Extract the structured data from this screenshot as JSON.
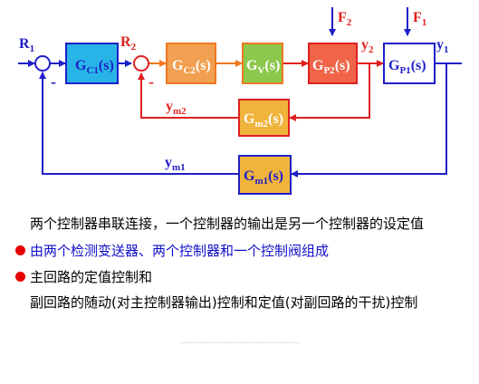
{
  "signals": {
    "R1": "R",
    "R1_sub": "1",
    "R2": "R",
    "R2_sub": "2",
    "F2": "F",
    "F2_sub": "2",
    "F1": "F",
    "F1_sub": "1",
    "y2": "y",
    "y2_sub": "2",
    "y1": "y",
    "y1_sub": "1",
    "ym2": "y",
    "ym2_sub": "m2",
    "ym1": "y",
    "ym1_sub": "m1",
    "minus": "-"
  },
  "blocks": {
    "gc1": {
      "main": "G",
      "sub": "C1",
      "arg": "(s)"
    },
    "gc2": {
      "main": "G",
      "sub": "C2",
      "arg": "(s)"
    },
    "gv": {
      "main": "G",
      "sub": "V",
      "arg": "(s)"
    },
    "gp2": {
      "main": "G",
      "sub": "P2",
      "arg": "(s)"
    },
    "gp1": {
      "main": "G",
      "sub": "P1",
      "arg": "(s)"
    },
    "gm2": {
      "main": "G",
      "sub": "m2",
      "arg": "(s)"
    },
    "gm1": {
      "main": "G",
      "sub": "m1",
      "arg": "(s)"
    }
  },
  "text": {
    "line1": "两个控制器串联连接，一个控制器的输出是另一个控制器的设定值",
    "line2": "由两个检测变送器、两个控制器和一个控制阀组成",
    "line3": "主回路的定值控制和",
    "line4": "副回路的随动(对主控制器输出)控制和定值(对副回路的干扰)控制"
  },
  "colors": {
    "blue": "#1f1fc8",
    "red": "#e02020",
    "orange": "#f07820",
    "cyan_fill": "#28b4e6",
    "orange_fill": "#f0a050",
    "green_fill": "#8cc84c",
    "red_fill": "#f06448",
    "gold_fill": "#f0b43c"
  }
}
